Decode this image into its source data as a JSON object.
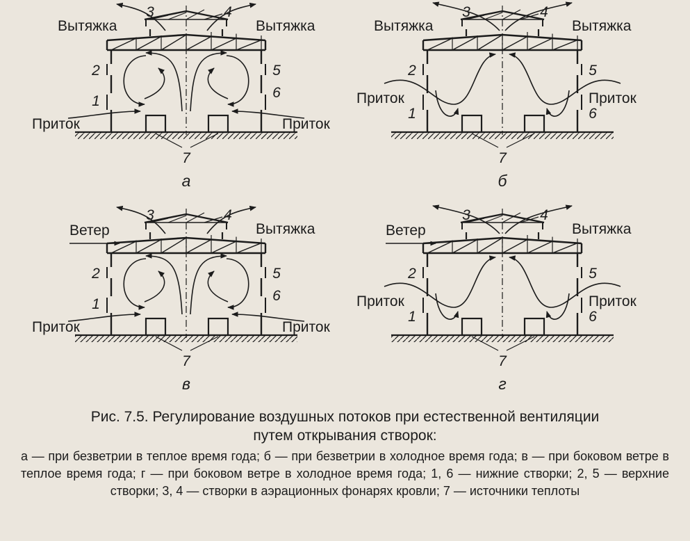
{
  "panels": [
    {
      "letter": "а",
      "labels": {
        "exhaust_left": "Вытяжка",
        "exhaust_right": "Вытяжка",
        "inflow_left": "Приток",
        "inflow_right": "Приток"
      },
      "numbers": {
        "n1": "1",
        "n2": "2",
        "n3": "3",
        "n4": "4",
        "n5": "5",
        "n6": "6",
        "n7": "7"
      }
    },
    {
      "letter": "б",
      "labels": {
        "exhaust_left": "Вытяжка",
        "exhaust_right": "Вытяжка",
        "inflow_left": "Приток",
        "inflow_right": "Приток"
      },
      "numbers": {
        "n1": "1",
        "n2": "2",
        "n3": "3",
        "n4": "4",
        "n5": "5",
        "n6": "6",
        "n7": "7"
      }
    },
    {
      "letter": "в",
      "labels": {
        "wind": "Ветер",
        "exhaust_right": "Вытяжка",
        "inflow_left": "Приток",
        "inflow_right": "Приток"
      },
      "numbers": {
        "n1": "1",
        "n2": "2",
        "n3": "3",
        "n4": "4",
        "n5": "5",
        "n6": "6",
        "n7": "7"
      }
    },
    {
      "letter": "г",
      "labels": {
        "wind": "Ветер",
        "exhaust_right": "Вытяжка",
        "inflow_left": "Приток",
        "inflow_right": "Приток"
      },
      "numbers": {
        "n1": "1",
        "n2": "2",
        "n3": "3",
        "n4": "4",
        "n5": "5",
        "n6": "6",
        "n7": "7"
      }
    }
  ],
  "caption": {
    "title_line1": "Рис. 7.5. Регулирование воздушных потоков при естественной вентиляции",
    "title_line2": "путем открывания створок:",
    "legend": "а — при безветрии в теплое время года; б — при безветрии в холодное время года; в — при боковом ветре в теплое время года; г — при боковом ветре в холодное время года; 1, 6 — нижние створки; 2, 5 — верхние створки; 3, 4 — створки в аэрационных фонарях кровли; 7 — источники теплоты"
  }
}
